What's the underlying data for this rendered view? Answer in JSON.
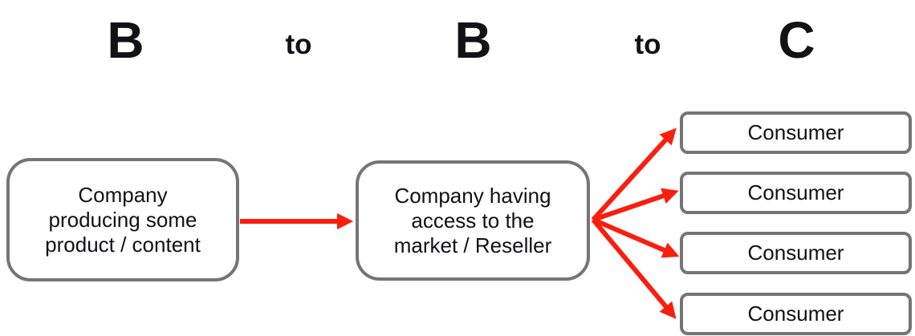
{
  "header": {
    "labels": [
      "B",
      "to",
      "B",
      "to",
      "C"
    ]
  },
  "nodes": {
    "producer": {
      "label": "Company producing some product / content",
      "lines": [
        "Company",
        "producing some",
        "product / content"
      ]
    },
    "reseller": {
      "label": "Company having access to the market / Reseller",
      "lines": [
        "Company having",
        "access to the",
        "market / Reseller"
      ]
    },
    "consumers": [
      {
        "label": "Consumer"
      },
      {
        "label": "Consumer"
      },
      {
        "label": "Consumer"
      },
      {
        "label": "Consumer"
      }
    ]
  },
  "edges": [
    {
      "from": "producer",
      "to": "reseller"
    },
    {
      "from": "reseller",
      "to": "consumer-1"
    },
    {
      "from": "reseller",
      "to": "consumer-2"
    },
    {
      "from": "reseller",
      "to": "consumer-3"
    },
    {
      "from": "reseller",
      "to": "consumer-4"
    }
  ],
  "colors": {
    "arrow": "#fa1e0e",
    "box_border": "#757575",
    "box_fill": "#ffffff",
    "text": "#121216",
    "background": "#ffffff"
  }
}
